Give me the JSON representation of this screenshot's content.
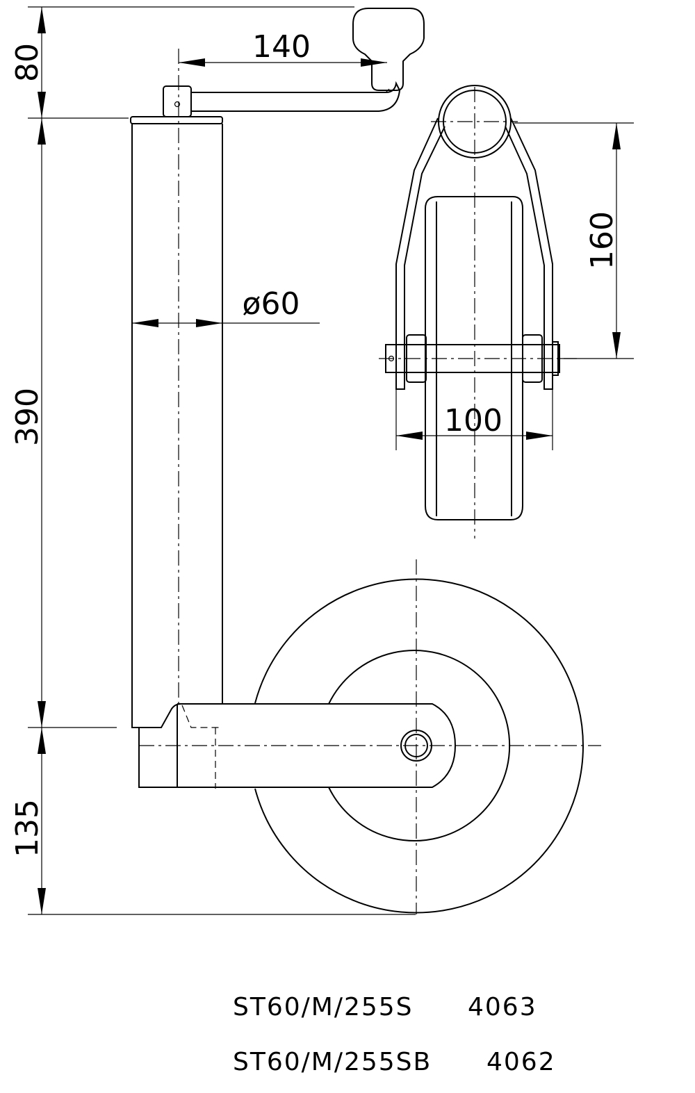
{
  "dimensions": {
    "handle_height": "80",
    "handle_reach": "140",
    "tube_length": "390",
    "tube_diameter": "ø60",
    "wheel_bracket_height": "160",
    "wheel_width": "100",
    "wheel_height": "135"
  },
  "models": [
    {
      "code": "ST60/M/255S",
      "number": "4063"
    },
    {
      "code": "ST60/M/255SB",
      "number": "4062"
    }
  ],
  "colors": {
    "line": "#000000",
    "background": "#ffffff"
  }
}
